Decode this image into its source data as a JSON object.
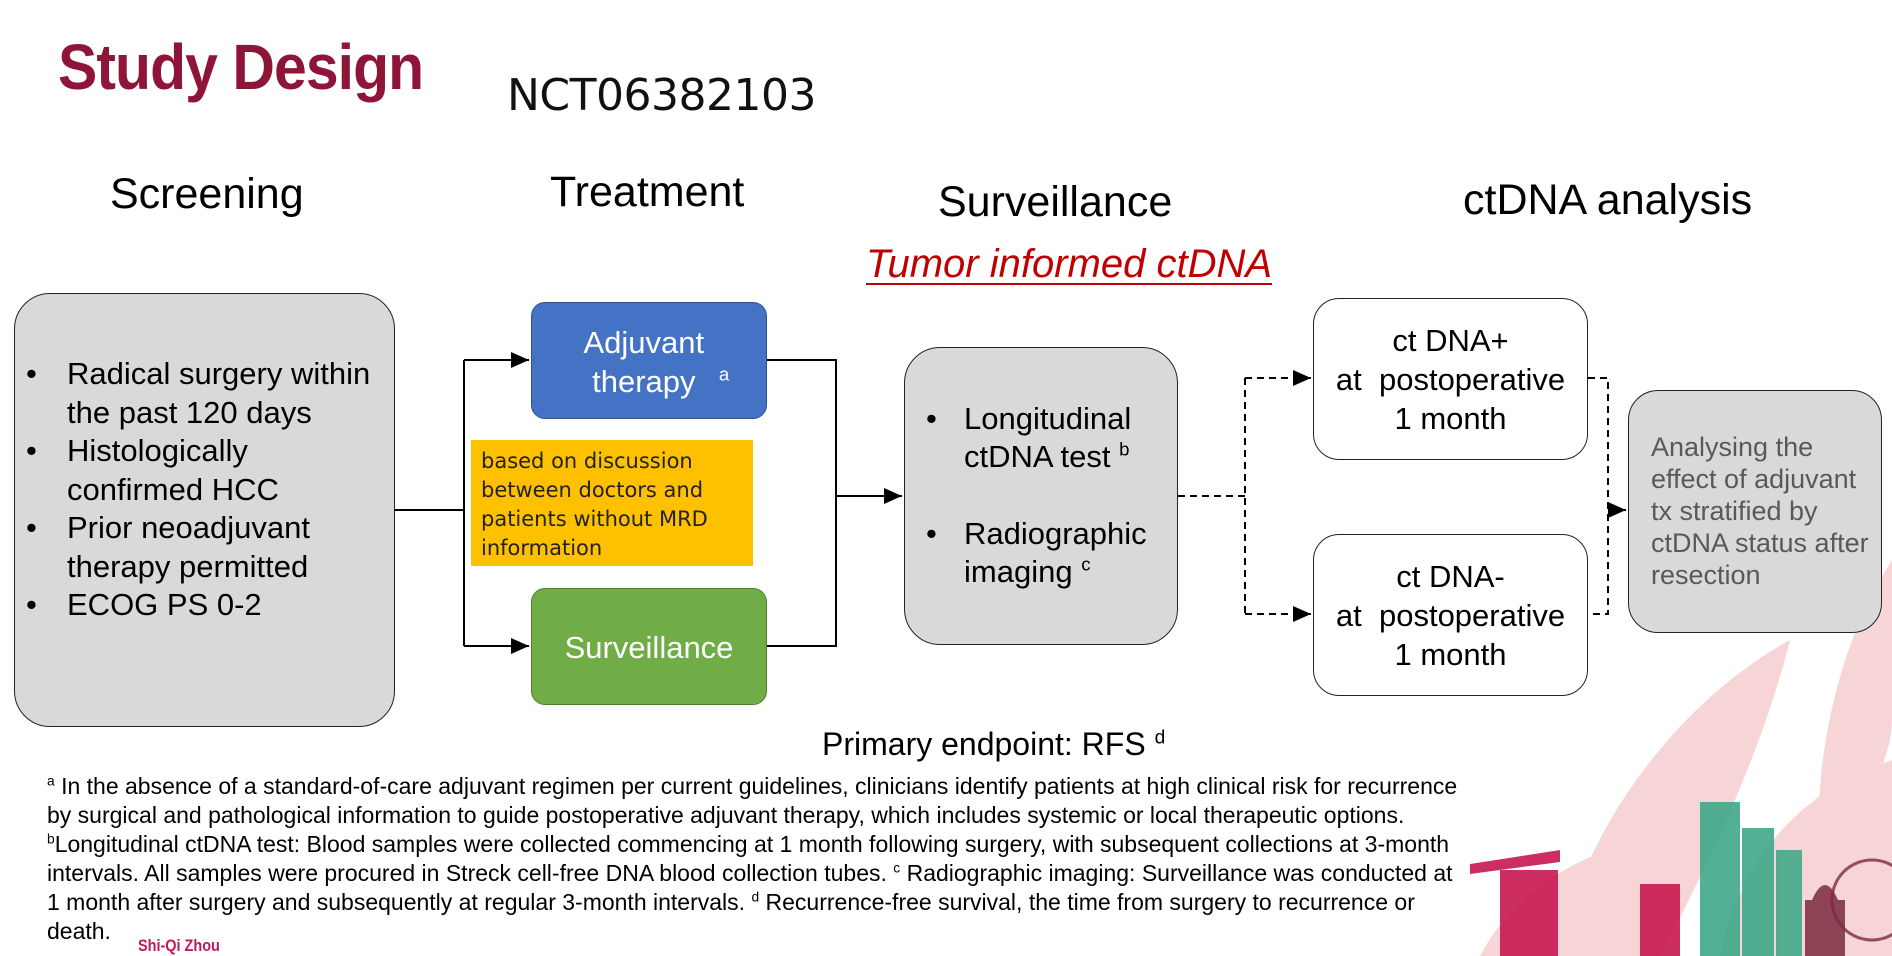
{
  "slide": {
    "title": "Study Design",
    "trial_id": "NCT06382103",
    "phases": [
      "Screening",
      "Treatment",
      "Surveillance",
      "ctDNA analysis"
    ],
    "tumor_label": "Tumor informed ctDNA"
  },
  "screening": {
    "bullets": [
      "Radical surgery within the past 120 days",
      "Histologically confirmed HCC",
      "Prior neoadjuvant therapy permitted",
      "ECOG PS 0-2"
    ]
  },
  "treatment": {
    "adjuvant_label": "Adjuvant therapy",
    "adjuvant_sup": "a",
    "surveillance_label": "Surveillance",
    "note": "based on discussion between doctors and patients without MRD information"
  },
  "surveillance": {
    "items": [
      {
        "text": "Longitudinal ctDNA test",
        "sup": "b"
      },
      {
        "text": "Radiographic imaging",
        "sup": "c"
      }
    ]
  },
  "ctdna": {
    "positive": {
      "line1": "ct DNA+",
      "line2": "at  postoperative",
      "line3": "1 month"
    },
    "negative": {
      "line1": "ct DNA-",
      "line2": "at  postoperative",
      "line3": "1 month"
    },
    "result": "Analysing the effect of adjuvant tx stratified by ctDNA status after resection"
  },
  "endpoint": {
    "label": "Primary endpoint: RFS",
    "sup": "d"
  },
  "footnotes": {
    "a_mark": "a",
    "a": "In the absence of a standard-of-care adjuvant regimen per current guidelines, clinicians identify patients at high clinical risk for recurrence by surgical and pathological information to guide postoperative adjuvant therapy, which includes systemic or local therapeutic options.",
    "b_mark": "b",
    "b": "Longitudinal ctDNA test: Blood samples were collected commencing at 1 month following surgery, with subsequent collections at 3-month intervals. All samples were procured in Streck cell-free DNA blood collection tubes.",
    "c_mark": "c",
    "c": "Radiographic imaging: Surveillance was conducted at 1 month after surgery and subsequently at regular 3-month intervals.",
    "d_mark": "d",
    "d": "Recurrence-free survival, the time from surgery to recurrence or death."
  },
  "author": "Shi-Qi Zhou",
  "colors": {
    "title": "#8e1538",
    "adjuvant": "#4472c4",
    "surveillance_green": "#70ad47",
    "note": "#ffc000",
    "tumor_label": "#c00000",
    "gray_box": "#d9d9d9"
  }
}
